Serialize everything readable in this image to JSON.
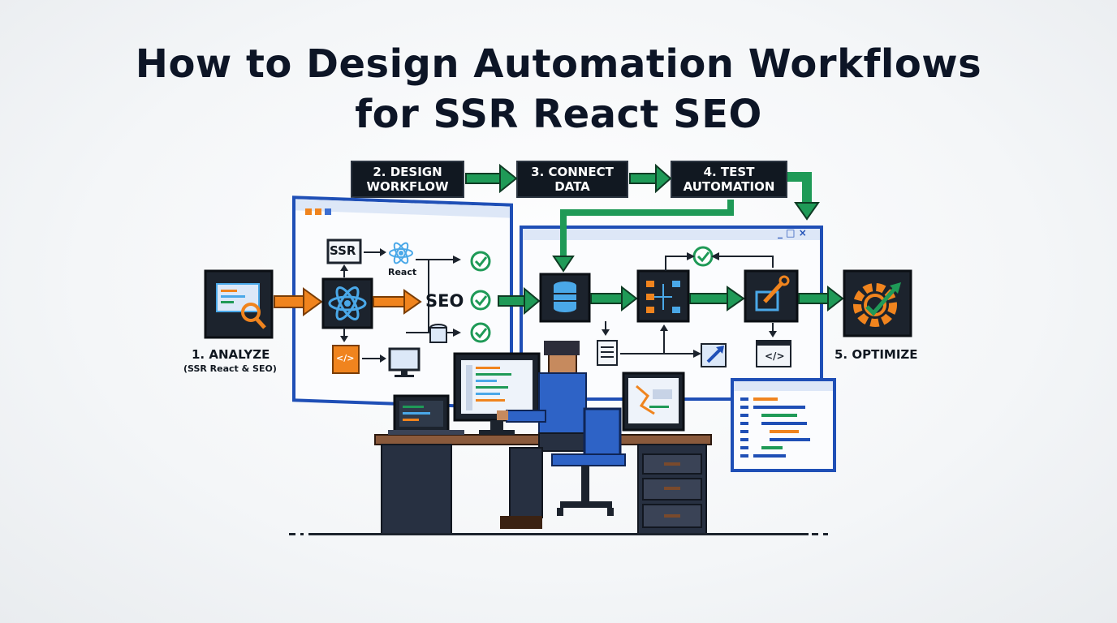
{
  "title": {
    "line1": "How to Design Automation Workflows",
    "line2": "for SSR React SEO"
  },
  "steps": [
    {
      "line1": "1. ANALYZE",
      "line2": "(SSR React & SEO)"
    },
    {
      "line1": "2. DESIGN",
      "line2": "WORKFLOW"
    },
    {
      "line1": "3. CONNECT",
      "line2": "DATA"
    },
    {
      "line1": "4. TEST",
      "line2": "AUTOMATION"
    },
    {
      "line1": "5. OPTIMIZE"
    }
  ],
  "left_window": {
    "ssr_label": "SSR",
    "react_label": "React",
    "seo_label": "SEO",
    "code_glyph": "</>"
  },
  "right_window": {
    "controls": "_ □ ×",
    "code_glyph": "</>"
  },
  "colors": {
    "arrow_orange": "#f0841e",
    "arrow_green": "#1f9a57",
    "window_border": "#1f4fb6",
    "tile": "#1c232d",
    "react_blue": "#4aa8e8"
  }
}
